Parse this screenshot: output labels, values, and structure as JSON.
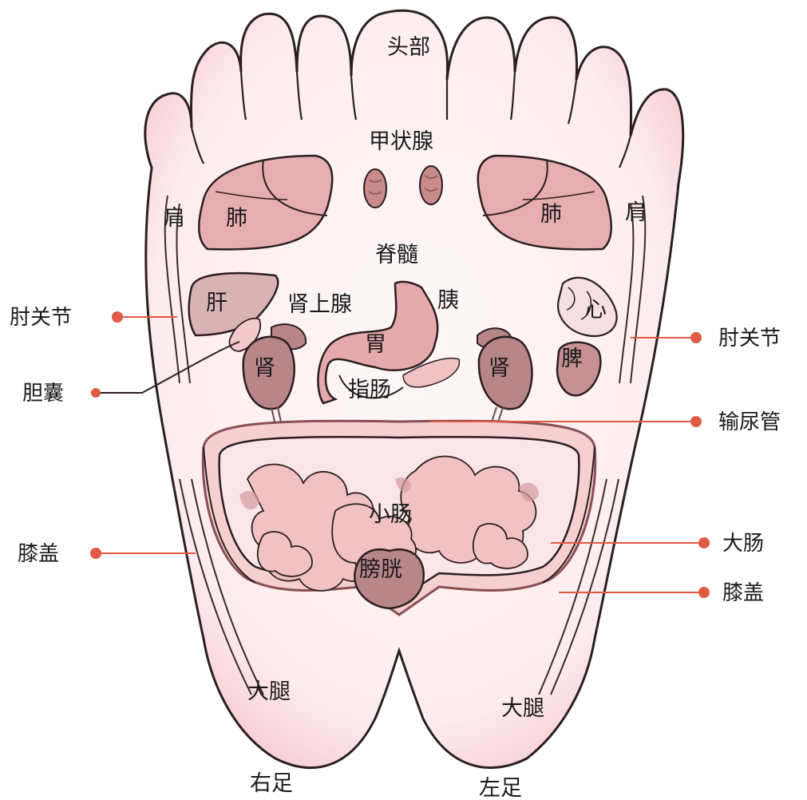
{
  "labels": {
    "head": "头部",
    "thyroid": "甲状腺",
    "spine": "脊髓",
    "lung_right": "肺",
    "lung_left": "肺",
    "shoulder_right": "肩",
    "shoulder_left": "肩",
    "liver": "肝",
    "adrenal": "肾上腺",
    "pancreas": "胰",
    "stomach": "胃",
    "duodenum": "指肠",
    "heart": "心",
    "spleen": "脾",
    "kidney_right": "肾",
    "kidney_left": "肾",
    "small_intestine": "小肠",
    "bladder": "膀胱",
    "thigh_right": "大腿",
    "thigh_left": "大腿",
    "right_foot": "右足",
    "left_foot": "左足"
  },
  "callouts": {
    "elbow_right": "肘关节",
    "gallbladder": "胆囊",
    "knee_right": "膝盖",
    "elbow_left": "肘关节",
    "ureter": "输尿管",
    "large_intestine": "大肠",
    "knee_left": "膝盖"
  },
  "colors": {
    "skin": "#fdeef0",
    "skin_edge": "#f2b6bd",
    "outline": "#2b1f1f",
    "organ_pink": "#e7aeb1",
    "organ_dark": "#b7878a",
    "organ_mid": "#d49a9e",
    "intestine": "#f4c4c6",
    "callout": "#e05a45"
  }
}
